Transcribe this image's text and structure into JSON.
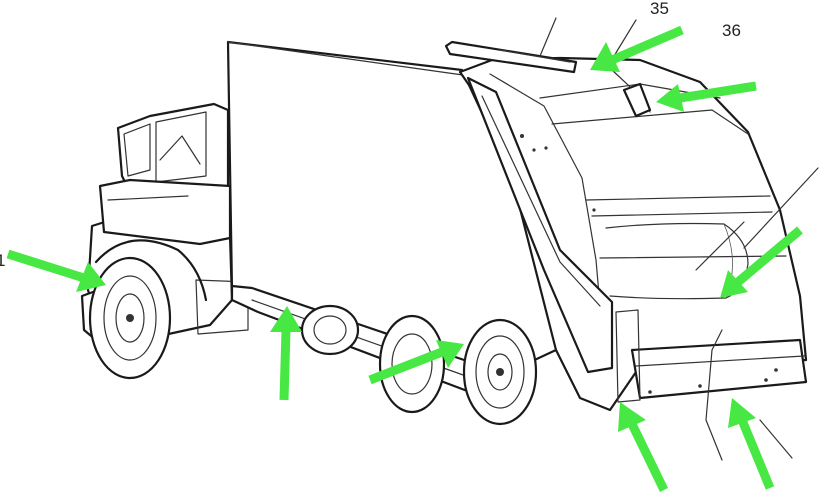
{
  "figure": {
    "reference_numerals": {
      "top_partial": "35",
      "top_right": "36",
      "left_edge": "1"
    }
  },
  "colors": {
    "arrow": "#48e844",
    "line": "#1a1a1a",
    "background": "#ffffff"
  }
}
